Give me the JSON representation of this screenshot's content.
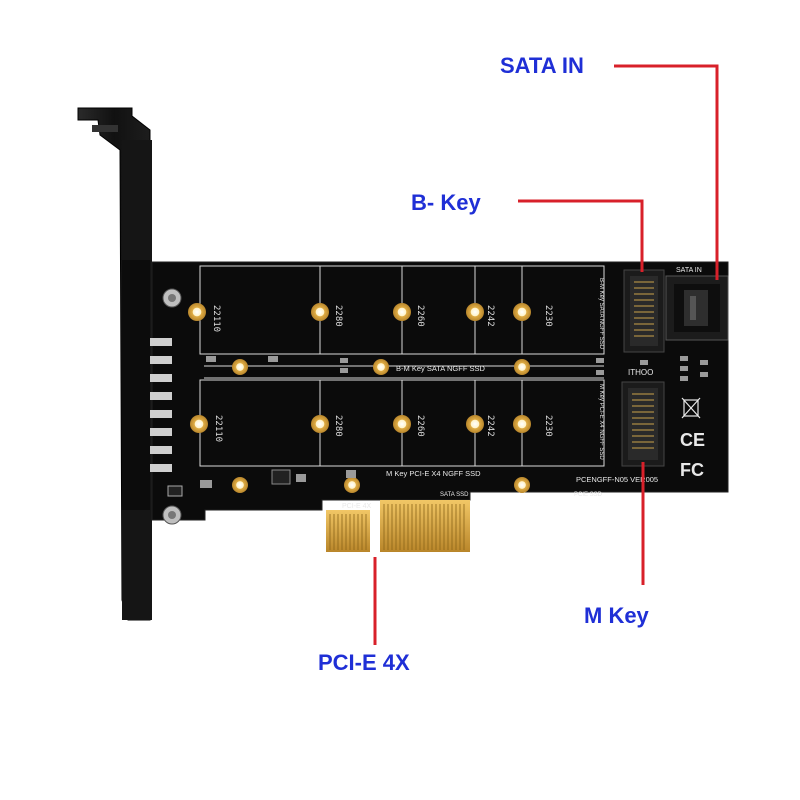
{
  "callouts": {
    "sata_in": "SATA IN",
    "b_key": "B- Key",
    "m_key": "M Key",
    "pcie_4x": "PCI-E 4X"
  },
  "board": {
    "slot_sizes_top": [
      "22110",
      "2280",
      "2260",
      "2242",
      "2230"
    ],
    "slot_sizes_bottom": [
      "22110",
      "2280",
      "2260",
      "2242",
      "2230"
    ],
    "top_bus_label": "B-M Key SATA NGFF SSD",
    "bottom_bus_label": "M Key PCI-E X4 NGFF SSD",
    "model_label": "PCENGFF-N05 VER005",
    "sata_header_label": "SATA IN",
    "pcie_label": "PCI-E 4X",
    "connector_top_label": "B-M Key SATA NGFF SSD",
    "connector_bottom_label": "M Key PCI-E X4 NGFF SSD",
    "brand": "ITHOO",
    "ce_mark": "CE",
    "fc_mark": "FC",
    "sata_ssd_label": "SATA SSD",
    "pcie_ssd_label": "PCIE SSD"
  },
  "colors": {
    "callout_text": "#1f2fd6",
    "leader_line": "#d8202a",
    "pcb": "#0b0b0b",
    "silkscreen": "#e8e8e8",
    "gold": "#d9a53c"
  }
}
